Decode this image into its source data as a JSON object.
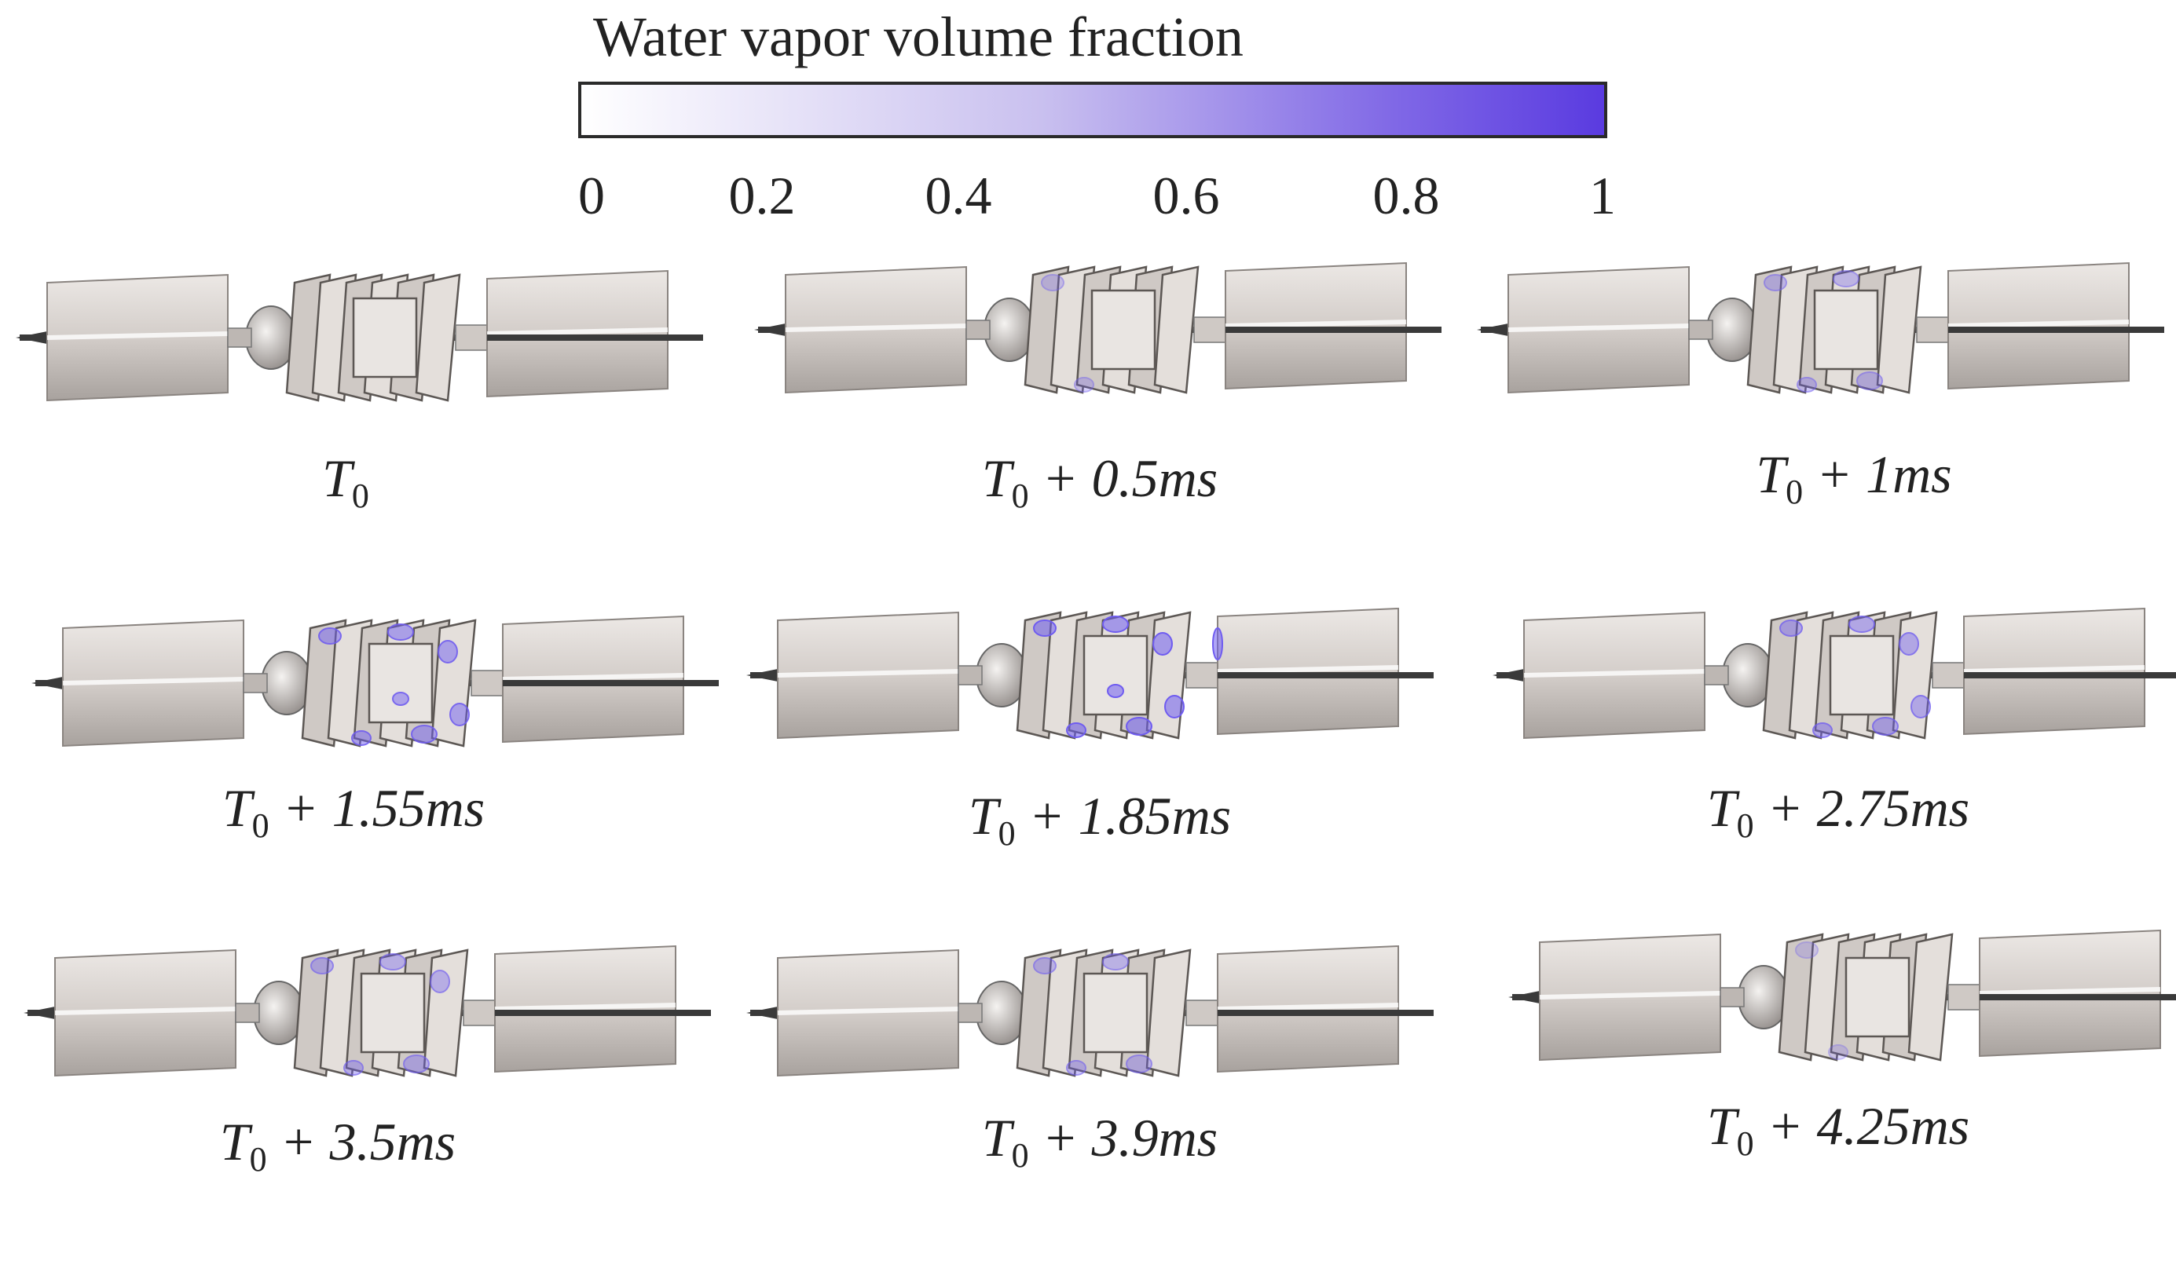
{
  "legend": {
    "title": "Water vapor volume fraction",
    "ticks": [
      "0",
      "0.2",
      "0.4",
      "0.6",
      "0.8",
      "1"
    ],
    "colors": {
      "low": "#ffffff",
      "mid": "#c9c0ef",
      "high": "#5a3be0"
    }
  },
  "captions": [
    {
      "base": "T",
      "sub": "0",
      "rest": ""
    },
    {
      "base": "T",
      "sub": "0",
      "rest": " + 0.5ms"
    },
    {
      "base": "T",
      "sub": "0",
      "rest": " + 1ms"
    },
    {
      "base": "T",
      "sub": "0",
      "rest": " + 1.55ms"
    },
    {
      "base": "T",
      "sub": "0",
      "rest": " + 1.85ms"
    },
    {
      "base": "T",
      "sub": "0",
      "rest": " + 2.75ms"
    },
    {
      "base": "T",
      "sub": "0",
      "rest": " + 3.5ms"
    },
    {
      "base": "T",
      "sub": "0",
      "rest": " + 3.9ms"
    },
    {
      "base": "T",
      "sub": "0",
      "rest": " + 4.25ms"
    }
  ],
  "vapor_levels": [
    0,
    0.2,
    0.3,
    0.6,
    0.7,
    0.5,
    0.4,
    0.35,
    0.1
  ],
  "colors": {
    "housing": "#d3cdc9",
    "housing_dark": "#a8a29e",
    "shaft": "#3a3a3a",
    "vapor": "#6f5cf0"
  }
}
